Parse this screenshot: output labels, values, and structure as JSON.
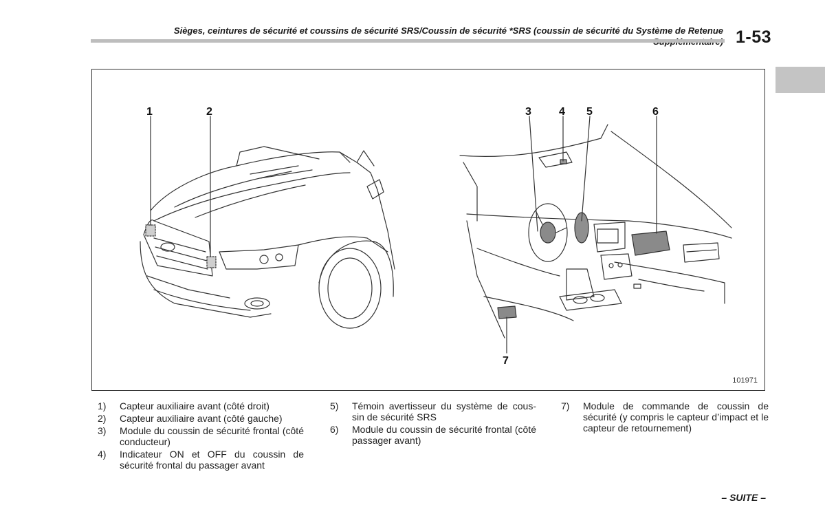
{
  "header": {
    "title_line1": "Sièges, ceintures de sécurité et coussins de sécurité SRS/Coussin de sécurité *SRS (coussin de sécurité du Système de Retenue",
    "title_line2": "Supplémentaire)",
    "page_number": "1-53"
  },
  "figure": {
    "callouts": [
      "1",
      "2",
      "3",
      "4",
      "5",
      "6",
      "7"
    ],
    "figure_id": "101971"
  },
  "legend": {
    "col1": [
      {
        "num": "1)",
        "text": "Capteur auxiliaire avant (côté droit)"
      },
      {
        "num": "2)",
        "text": "Capteur auxiliaire avant (côté gauche)"
      },
      {
        "num": "3)",
        "text": "Module du coussin de sécurité frontal (côté conducteur)"
      },
      {
        "num": "4)",
        "text": "Indicateur ON et OFF du coussin de sécurité frontal du passager avant"
      }
    ],
    "col2": [
      {
        "num": "5)",
        "text": "Témoin avertisseur du système de cous-sin de sécurité SRS"
      },
      {
        "num": "6)",
        "text": "Module du coussin de sécurité frontal (côté passager avant)"
      }
    ],
    "col3": [
      {
        "num": "7)",
        "text": "Module de commande de coussin de sécurité (y compris le capteur d’impact et le capteur de retournement)"
      }
    ]
  },
  "footer": {
    "continue_label": "– SUITE –"
  }
}
